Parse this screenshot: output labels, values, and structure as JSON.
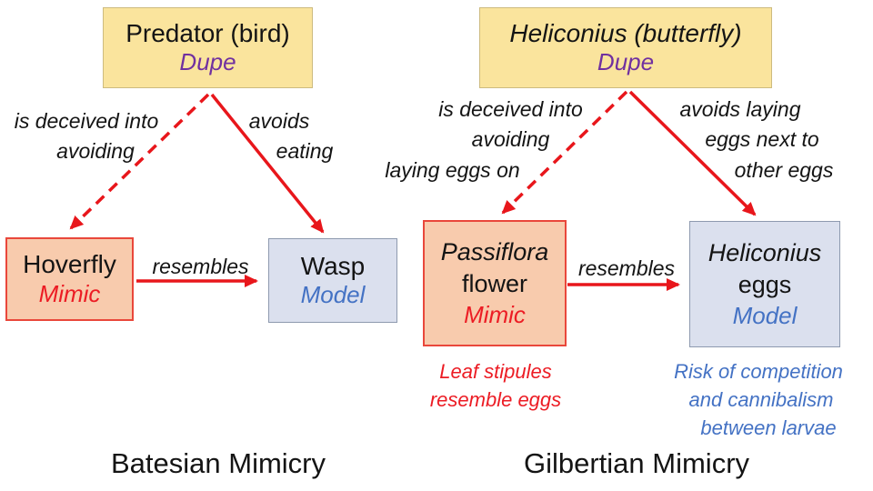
{
  "colors": {
    "dupe_box_fill": "#FAE49D",
    "dupe_box_border": "#CDBB7F",
    "mimic_box_fill": "#F8CBAD",
    "mimic_box_border": "#E9473B",
    "model_box_fill": "#DBE0EE",
    "model_box_border": "#8E9AAF",
    "dupe_role_text": "#7030A0",
    "mimic_role_text": "#EC1C24",
    "model_role_text": "#4472C4",
    "arrow_red": "#E8161B"
  },
  "left": {
    "caption": "Batesian Mimicry",
    "dupe_box": {
      "title": "Predator (bird)",
      "role": "Dupe"
    },
    "mimic_box": {
      "title": "Hoverfly",
      "role": "Mimic"
    },
    "model_box": {
      "title": "Wasp",
      "role": "Model"
    },
    "deceived_label": {
      "lines": [
        "is deceived into",
        "avoiding"
      ]
    },
    "avoids_label": {
      "lines": [
        "avoids",
        "eating"
      ]
    },
    "resembles_label": "resembles"
  },
  "right": {
    "caption": "Gilbertian Mimicry",
    "dupe_box": {
      "title": "Heliconius (butterfly)",
      "role": "Dupe"
    },
    "mimic_box": {
      "title_line1": "Passiflora",
      "title_line2": "flower",
      "role": "Mimic"
    },
    "model_box": {
      "title_line1": "Heliconius",
      "title_line2": "eggs",
      "role": "Model"
    },
    "deceived_label": {
      "lines": [
        "is deceived into",
        "avoiding",
        "laying eggs on"
      ]
    },
    "avoids_label": {
      "lines": [
        "avoids laying",
        "eggs next to",
        "other eggs"
      ]
    },
    "resembles_label": "resembles",
    "mimic_note": {
      "lines": [
        "Leaf stipules",
        "resemble eggs"
      ]
    },
    "model_note": {
      "lines": [
        "Risk of competition",
        "and cannibalism",
        "between larvae"
      ]
    }
  }
}
